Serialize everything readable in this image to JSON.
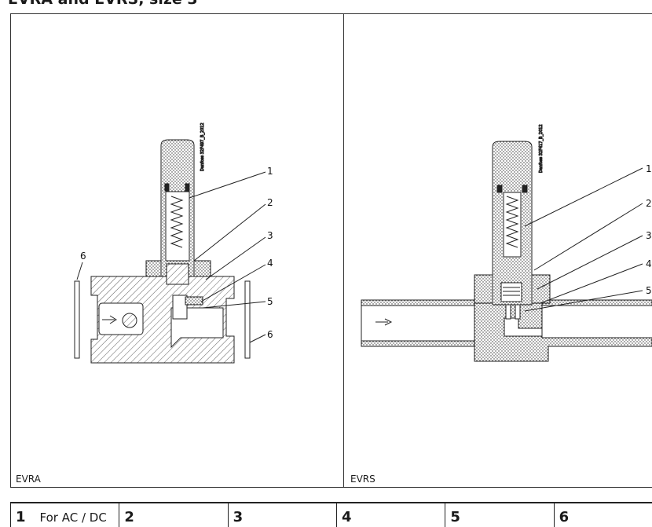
{
  "page_title": "EVRA and EVRS, size 3",
  "panels": [
    {
      "label": "EVRA",
      "stamp": "Danfoss 32F497_B_2012"
    },
    {
      "label": "EVRS",
      "stamp": "Danfoss 32F417_B_2012"
    }
  ],
  "evra_callouts": [
    "1",
    "2",
    "3",
    "4",
    "5",
    "6",
    "6"
  ],
  "evrs_callouts": [
    "1",
    "2",
    "3",
    "4",
    "5"
  ],
  "legend": [
    {
      "number": "1",
      "description": "For AC / DC"
    },
    {
      "number": "2",
      "description": ""
    },
    {
      "number": "3",
      "description": ""
    },
    {
      "number": "4",
      "description": ""
    },
    {
      "number": "5",
      "description": ""
    },
    {
      "number": "6",
      "description": ""
    }
  ]
}
